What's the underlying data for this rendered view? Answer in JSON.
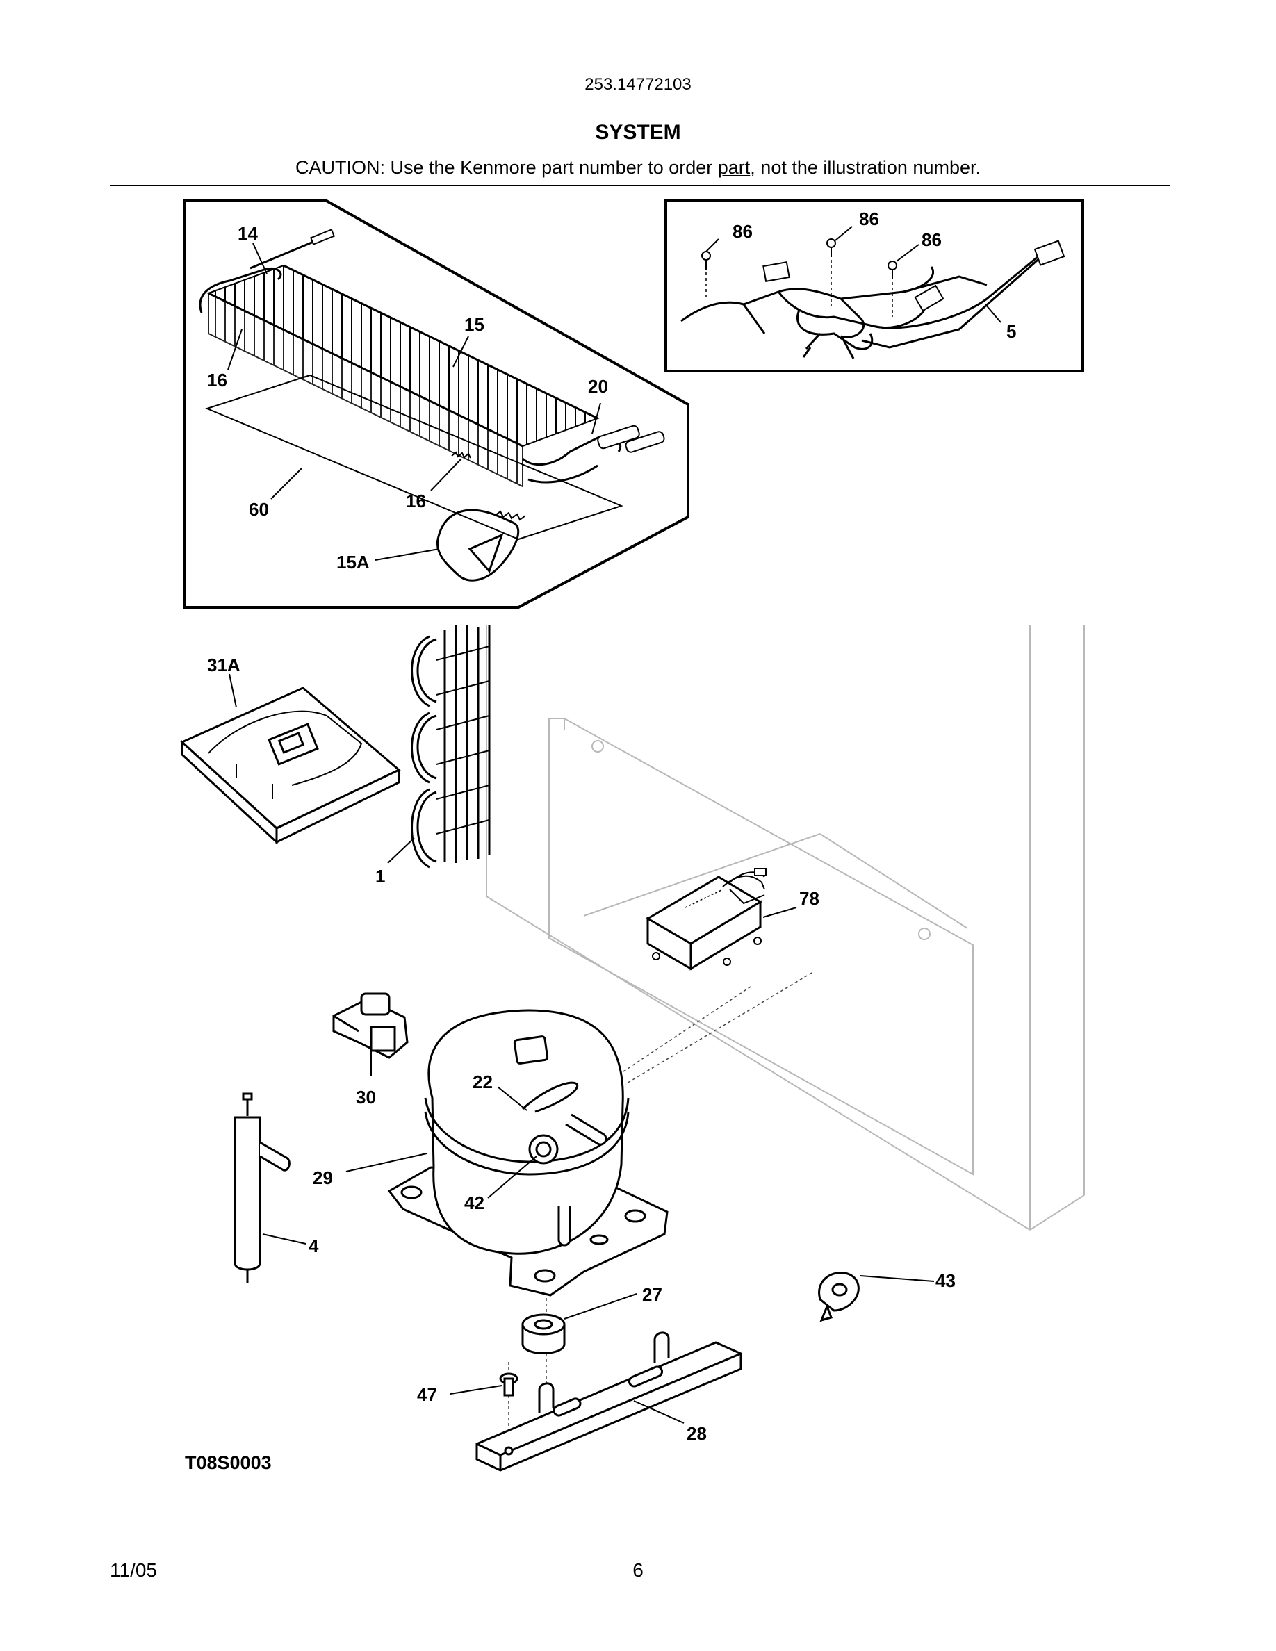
{
  "header": {
    "model_number": "253.14772103",
    "title": "SYSTEM",
    "caution_prefix": "CAUTION: Use the Kenmore part number to order ",
    "caution_link": "part",
    "caution_suffix": ", not the illustration number."
  },
  "callouts": {
    "c14": "14",
    "c15": "15",
    "c16a": "16",
    "c16b": "16",
    "c20": "20",
    "c60": "60",
    "c15A": "15A",
    "c86a": "86",
    "c86b": "86",
    "c86c": "86",
    "c5": "5",
    "c31A": "31A",
    "c1": "1",
    "c78": "78",
    "c30": "30",
    "c22": "22",
    "c29": "29",
    "c42": "42",
    "c4": "4",
    "c43": "43",
    "c27": "27",
    "c47": "47",
    "c28": "28"
  },
  "illustration_code": "T08S0003",
  "footer": {
    "date": "11/05",
    "page": "6"
  }
}
